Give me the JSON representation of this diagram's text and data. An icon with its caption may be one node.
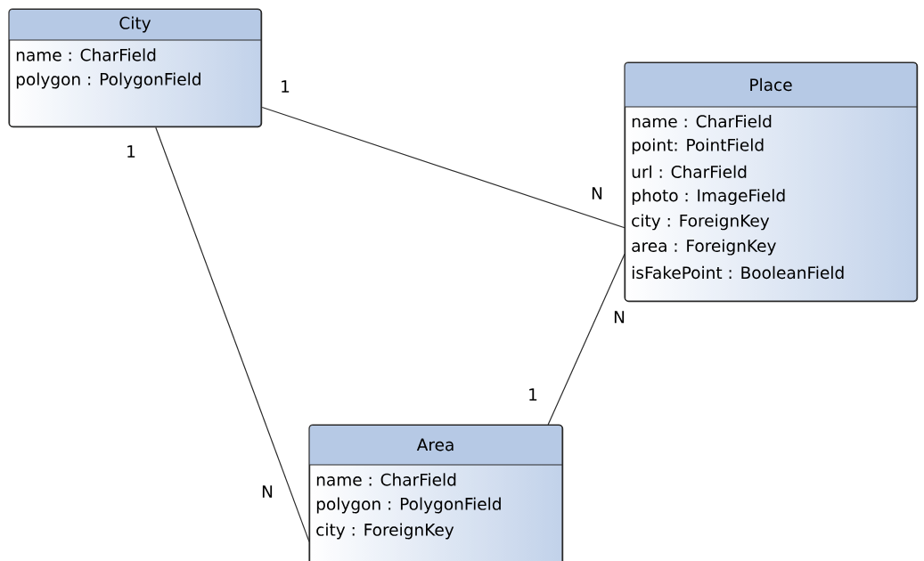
{
  "diagram": {
    "nodes": [
      {
        "text": [
          "City",
          "name : CharField",
          "polygon : PolygonField"
        ]
      },
      {
        "text": [
          "Place",
          "name : CharField",
          "point: PointField",
          "url : CharField",
          "photo : ImageField",
          "city : ForeignKey",
          "area : ForeignKey",
          "isFakePoint : BooleanField"
        ]
      },
      {
        "text": [
          "Area",
          "name : CharField",
          "polygon : PolygonField",
          "city : ForeignKey"
        ]
      }
    ],
    "edges": [
      {
        "from": 0,
        "to": 1,
        "arrow": "none"
      },
      {
        "from": 0,
        "to": 2,
        "arrow": "none"
      },
      {
        "from": 2,
        "to": 1,
        "arrow": "none"
      }
    ],
    "labels": [
      "1",
      "1",
      "N",
      "N",
      "1",
      "N"
    ]
  }
}
